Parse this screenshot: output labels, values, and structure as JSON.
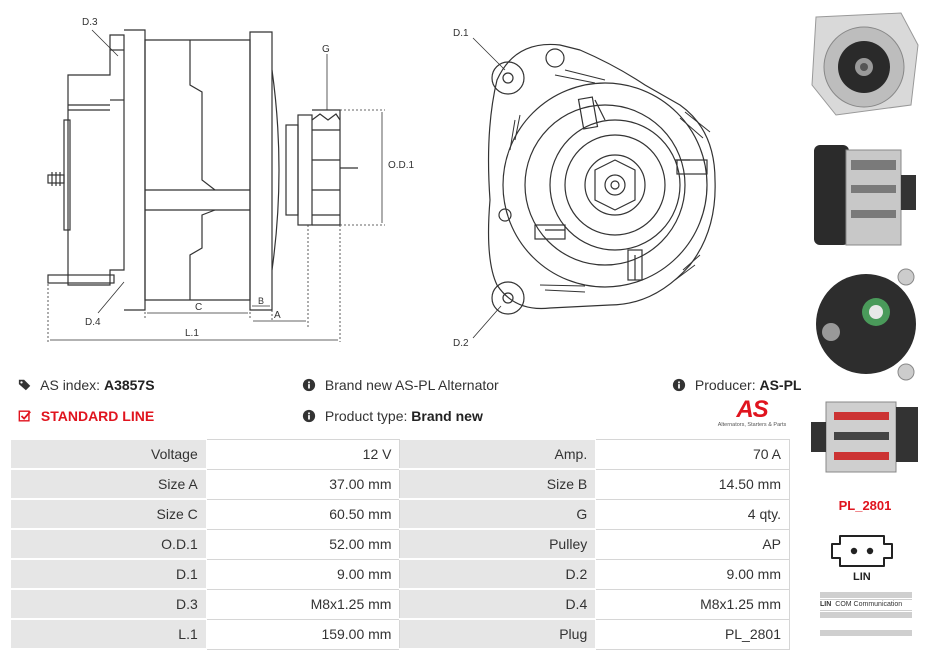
{
  "drawing_labels": {
    "d3": "D.3",
    "d4": "D.4",
    "g": "G",
    "od1": "O.D.1",
    "c": "C",
    "b": "B",
    "a": "A",
    "l1": "L.1",
    "d1": "D.1",
    "d2": "D.2"
  },
  "info": {
    "as_index_label": "AS index:",
    "as_index_value": "A3857S",
    "brand_text": "Brand new AS-PL Alternator",
    "producer_label": "Producer:",
    "producer_value": "AS-PL",
    "standard_line": "STANDARD LINE",
    "product_type_label": "Product type:",
    "product_type_value": "Brand new",
    "logo_text": "AS",
    "logo_sub": "Alternators, Starters & Parts",
    "brand_color": "#e0141e"
  },
  "specs": [
    {
      "k1": "Voltage",
      "v1": "12 V",
      "k2": "Amp.",
      "v2": "70 A"
    },
    {
      "k1": "Size A",
      "v1": "37.00 mm",
      "k2": "Size B",
      "v2": "14.50 mm"
    },
    {
      "k1": "Size C",
      "v1": "60.50 mm",
      "k2": "G",
      "v2": "4 qty."
    },
    {
      "k1": "O.D.1",
      "v1": "52.00 mm",
      "k2": "Pulley",
      "v2": "AP"
    },
    {
      "k1": "D.1",
      "v1": "9.00 mm",
      "k2": "D.2",
      "v2": "9.00 mm"
    },
    {
      "k1": "D.3",
      "v1": "M8x1.25 mm",
      "k2": "D.4",
      "v2": "M8x1.25 mm"
    },
    {
      "k1": "L.1",
      "v1": "159.00 mm",
      "k2": "Plug",
      "v2": "PL_2801"
    }
  ],
  "plug": {
    "code": "PL_2801",
    "pin_label": "LIN",
    "legend_code": "LIN",
    "legend_desc": "COM Communication"
  }
}
